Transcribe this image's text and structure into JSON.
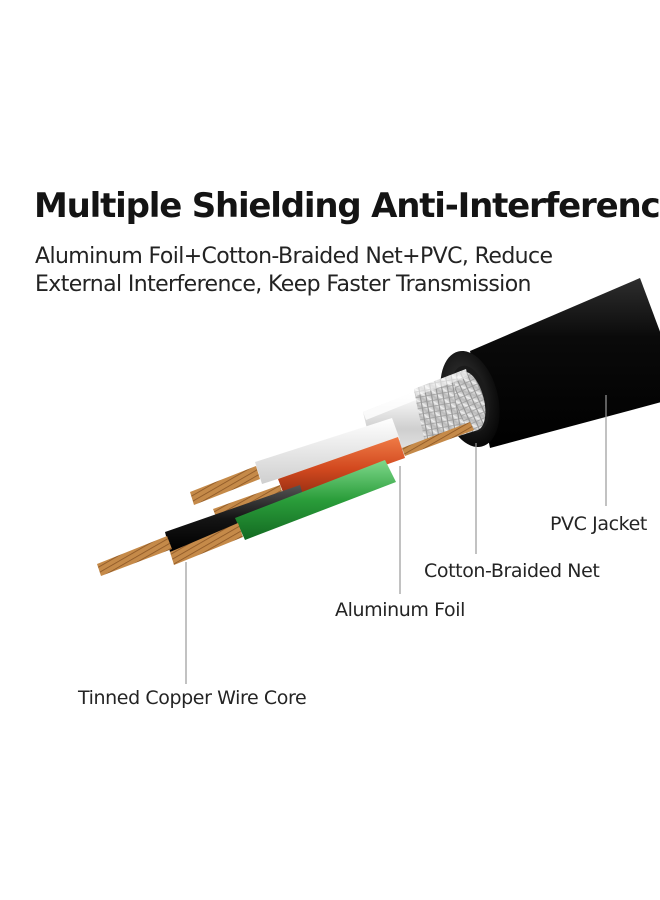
{
  "header": {
    "title": "Multiple Shielding Anti-Interference",
    "subtitle_lines": [
      "Aluminum Foil+Cotton-Braided Net+PVC, Reduce",
      "External Interference, Keep Faster Transmission"
    ]
  },
  "callouts": {
    "pvc_jacket": "PVC Jacket",
    "cotton_braided_net": "Cotton-Braided Net",
    "aluminum_foil": "Aluminum Foil",
    "tinned_copper_core": "Tinned Copper Wire Core"
  },
  "colors": {
    "jacket": "#0d0d0d",
    "braid": "#d9d9d9",
    "foil": "#e6e6e6",
    "wire_white": "#f2f2f2",
    "wire_red": "#d2491f",
    "wire_black": "#141414",
    "wire_green": "#2a9d3a",
    "copper": "#c58a49",
    "leader_line": "#9a9a9a"
  },
  "wires": [
    {
      "name": "white-wire",
      "color": "white"
    },
    {
      "name": "red-wire",
      "color": "red"
    },
    {
      "name": "black-wire",
      "color": "black"
    },
    {
      "name": "green-wire",
      "color": "green"
    }
  ]
}
